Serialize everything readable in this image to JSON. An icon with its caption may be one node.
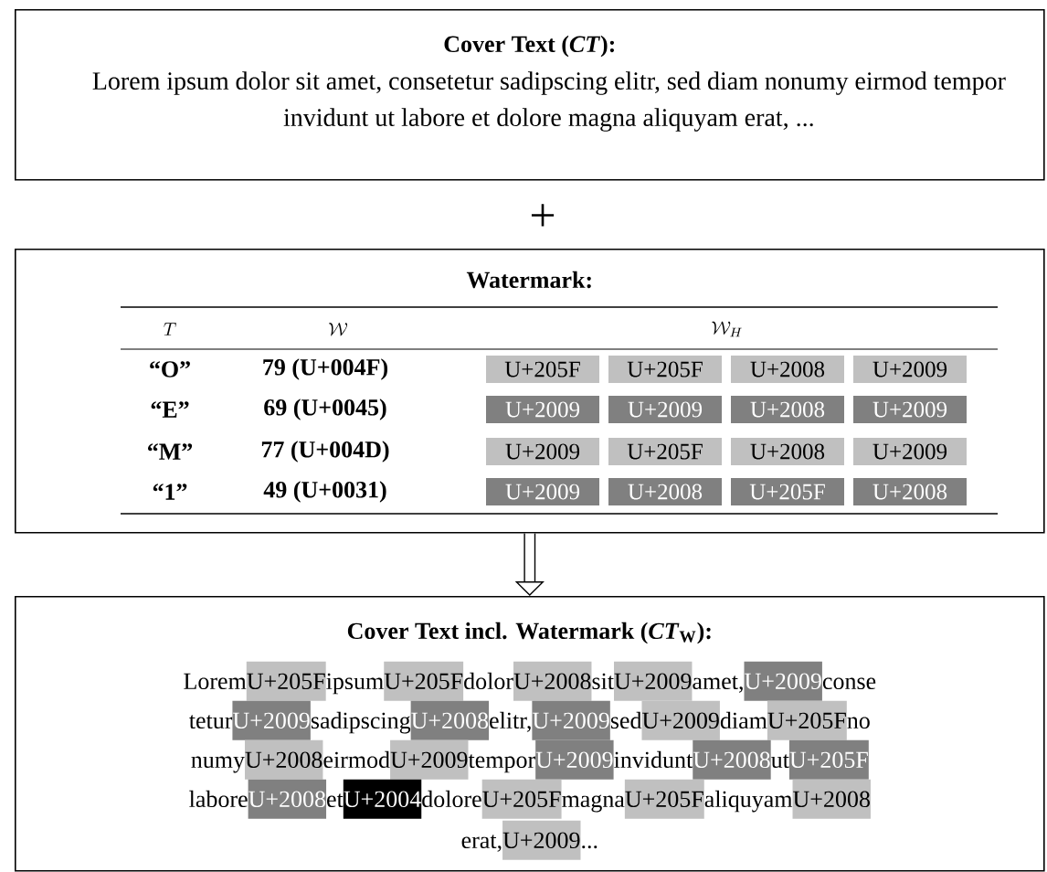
{
  "diagram": {
    "nodes": [
      {
        "text": [
          "Cover Text (*CT*):",
          "Lorem ipsum dolor sit amet, consetetur sadipscing elitr, sed diam nonumy eirmod tempor invidunt ut labore et dolore magna aliquyam erat, ..."
        ]
      },
      {
        "text": [
          "Watermark:"
        ]
      },
      {
        "text": [
          "Cover Text incl. Watermark (*CT*$_{W}$):",
          "Lorem",
          "U+205F",
          "ipsum",
          "U+205F",
          "dolor",
          "U+2008",
          "sit",
          "U+2009",
          "amet,",
          "U+2009",
          "conse",
          "tetur",
          "U+2009",
          "sadipscing",
          "U+2008",
          "elitr,",
          "U+2009",
          "sed",
          "U+2009",
          "diam",
          "U+205F",
          "no",
          "numy",
          "U+2008",
          "eirmod",
          "U+2009",
          "tempor",
          "U+2009",
          "invidunt",
          "U+2008",
          "ut",
          "U+205F",
          "labore",
          "U+2008",
          "et",
          "U+2004",
          "dolore",
          "U+205F",
          "magna",
          "U+205F",
          "aliquyam",
          "U+2008",
          "erat,",
          "U+2009",
          "..."
        ]
      }
    ],
    "edges": [
      {
        "from": 1,
        "to": 2,
        "arrow": "to"
      }
    ],
    "labels": [
      "+",
      "T",
      "\\mathcal{W}",
      "\\mathcal{W}_{H}",
      "“O”",
      "79 (U+004F)",
      "U+205F",
      "U+205F",
      "U+2008",
      "U+2009",
      "“E”",
      "69 (U+0045)",
      "U+2009",
      "U+2009",
      "U+2008",
      "U+2009",
      "“M”",
      "77 (U+004D)",
      "U+2009",
      "U+205F",
      "U+2008",
      "U+2009",
      "“1”",
      "49 (U+0031)",
      "U+2009",
      "U+2008",
      "U+205F",
      "U+2008"
    ]
  }
}
